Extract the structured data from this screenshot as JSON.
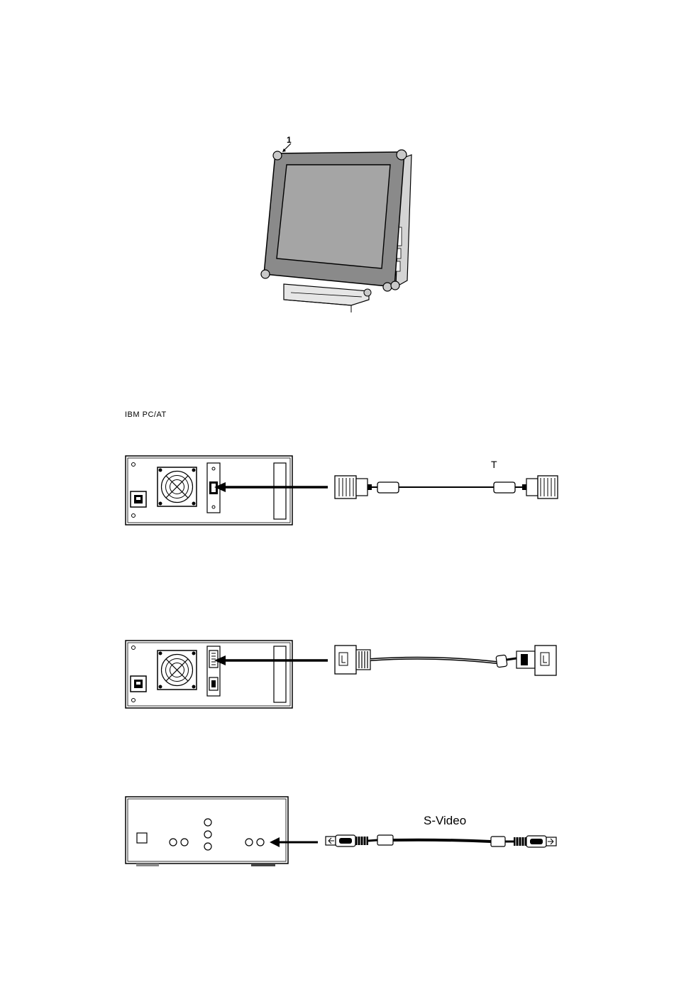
{
  "monitor": {
    "callout_number": "1"
  },
  "section_vga": {
    "partial_heading": "IBM PC/AT",
    "cable_label": "T"
  },
  "section_dvi": {},
  "section_svideo": {
    "cable_label": "S-Video"
  }
}
